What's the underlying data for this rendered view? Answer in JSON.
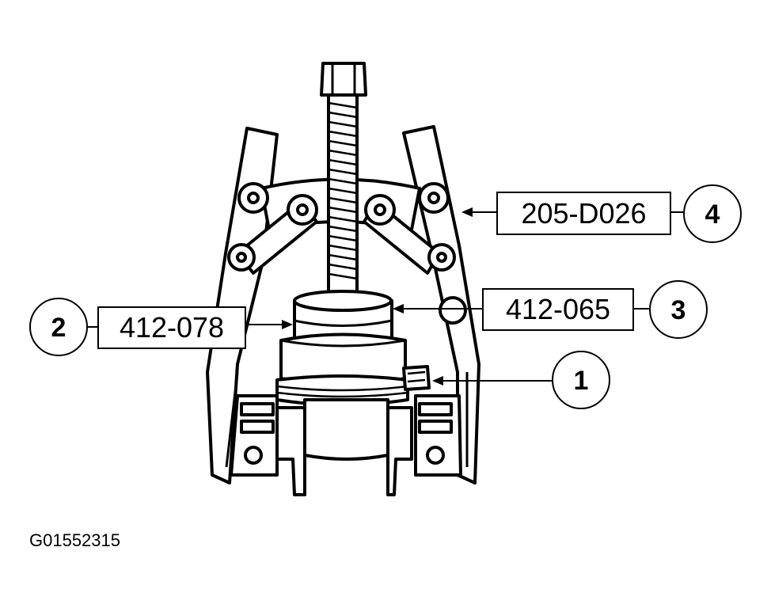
{
  "callouts": [
    {
      "number": "1",
      "part": ""
    },
    {
      "number": "2",
      "part": "412-078"
    },
    {
      "number": "3",
      "part": "412-065"
    },
    {
      "number": "4",
      "part": "205-D026"
    }
  ],
  "figure_id": "G01552315"
}
